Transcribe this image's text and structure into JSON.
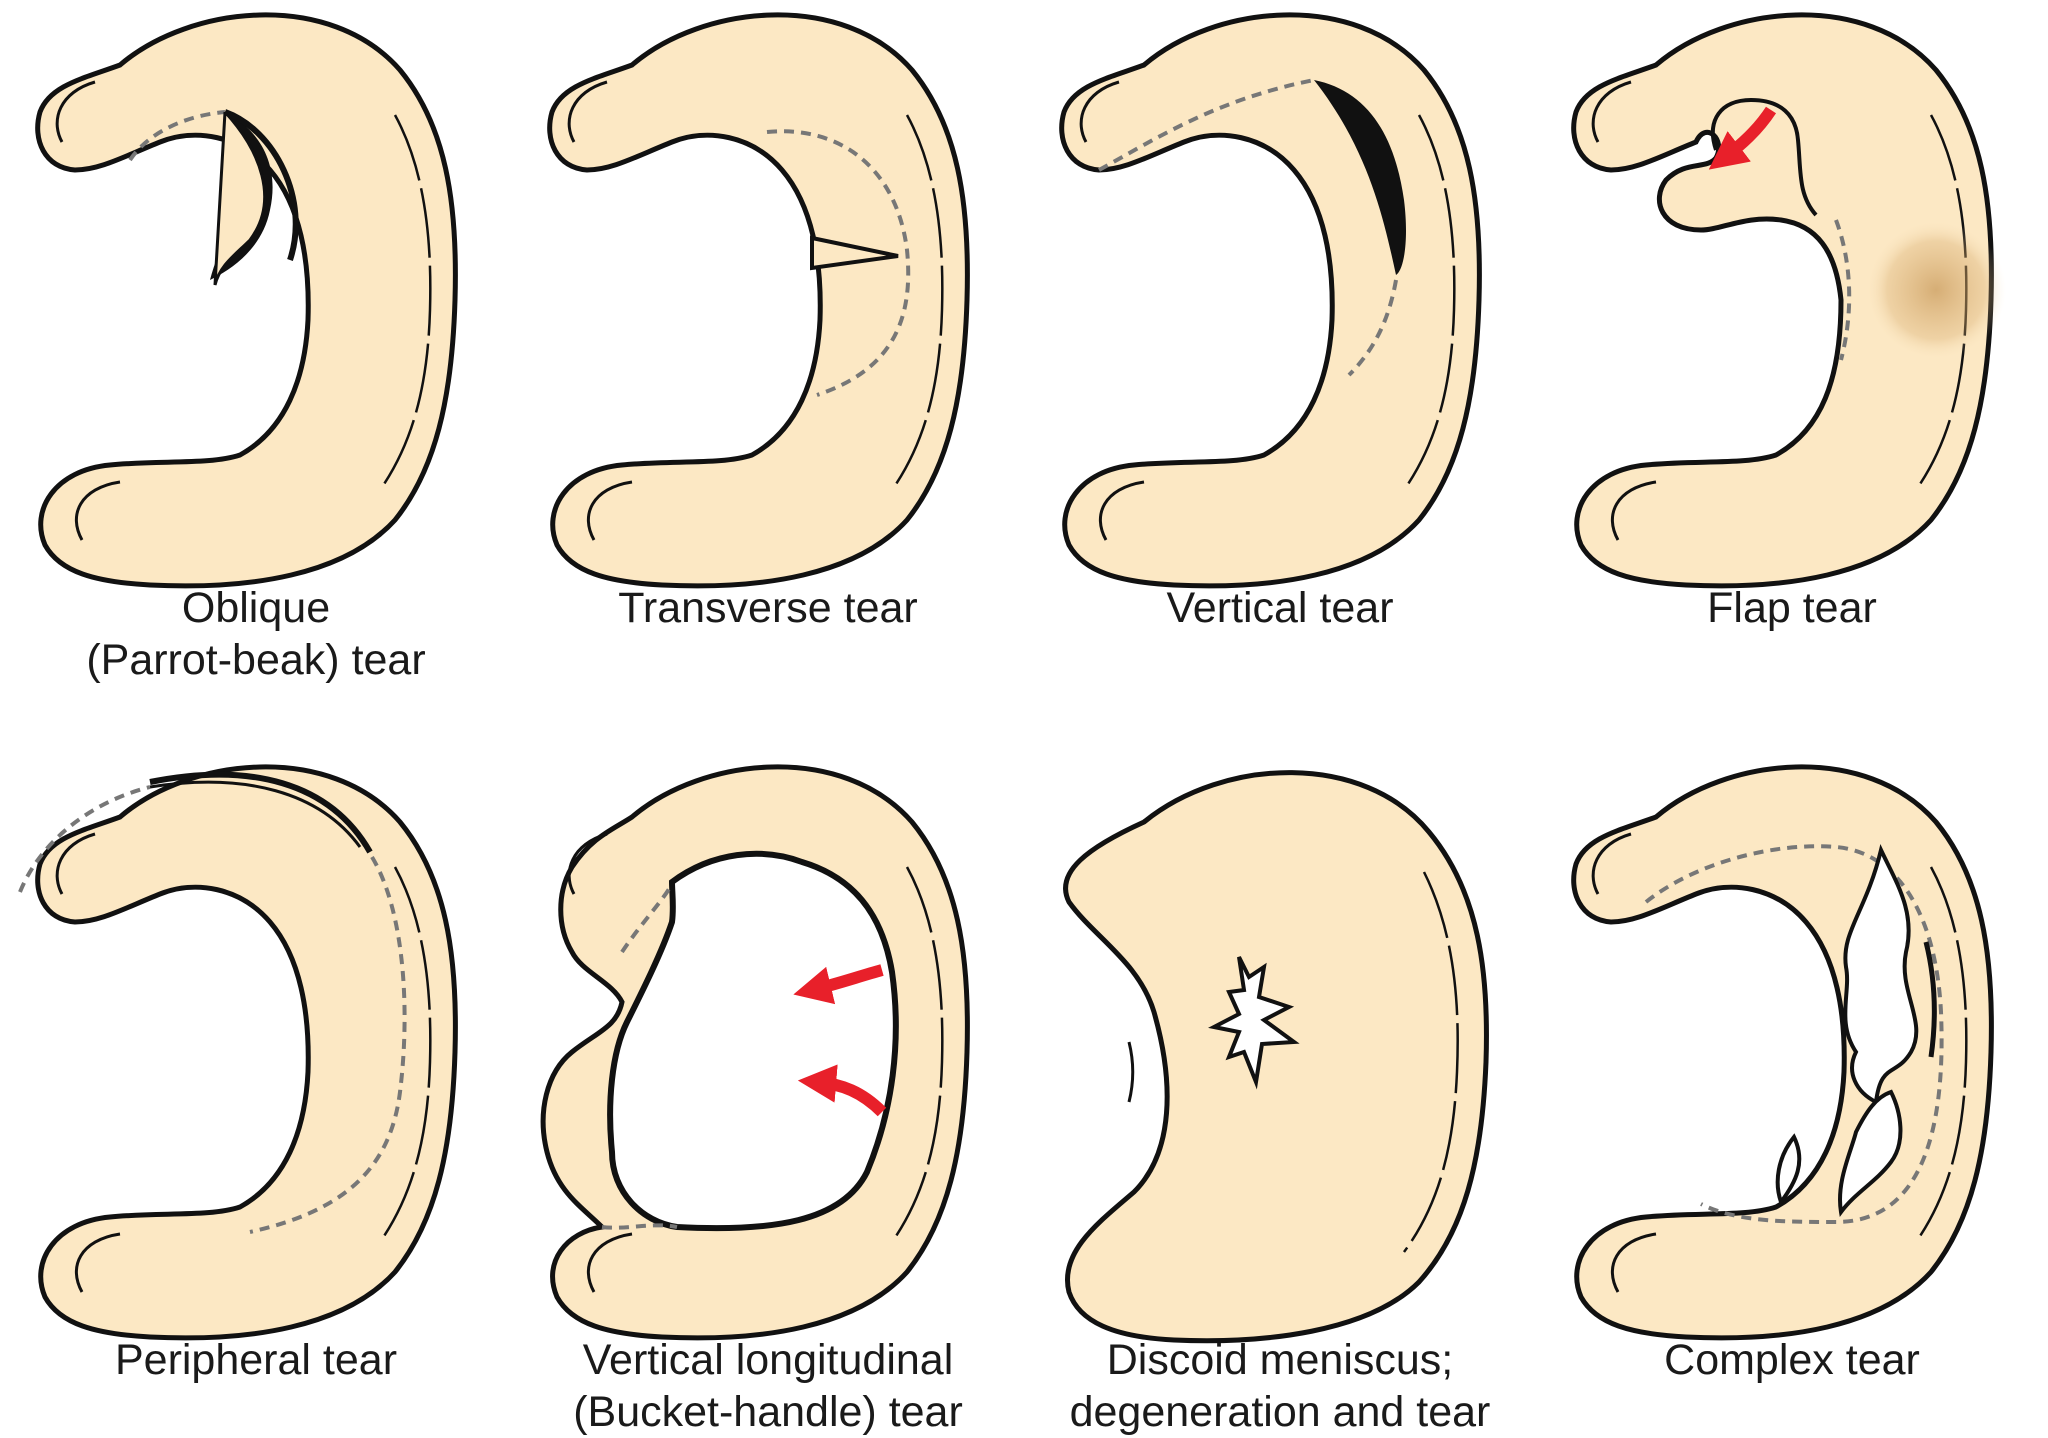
{
  "colors": {
    "meniscus_fill": "#FCE8C4",
    "outline": "#111111",
    "dashed": "#777777",
    "arrow": "#E8202A",
    "bruise": "#D6A96A"
  },
  "panels": [
    {
      "id": "oblique",
      "lines": [
        "Oblique",
        "(Parrot-beak) tear"
      ]
    },
    {
      "id": "transverse",
      "lines": [
        "Transverse tear"
      ]
    },
    {
      "id": "vertical",
      "lines": [
        "Vertical tear"
      ]
    },
    {
      "id": "flap",
      "lines": [
        "Flap tear"
      ]
    },
    {
      "id": "peripheral",
      "lines": [
        "Peripheral tear"
      ]
    },
    {
      "id": "bucket",
      "lines": [
        "Vertical longitudinal",
        "(Bucket-handle) tear"
      ]
    },
    {
      "id": "discoid",
      "lines": [
        "Discoid meniscus;",
        "degeneration and tear"
      ]
    },
    {
      "id": "complex",
      "lines": [
        "Complex tear"
      ]
    }
  ]
}
